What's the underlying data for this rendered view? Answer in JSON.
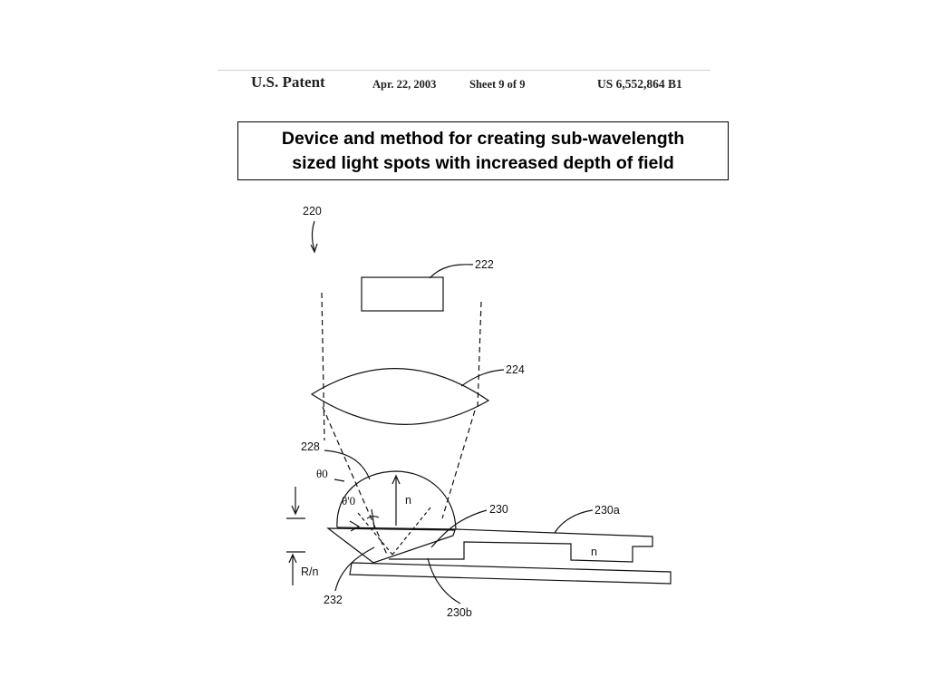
{
  "header": {
    "office": "U.S. Patent",
    "date": "Apr. 22, 2003",
    "sheet": "Sheet 9 of 9",
    "patent_number": "US 6,552,864 B1"
  },
  "title": {
    "line1": "Device and method for creating sub-wavelength",
    "line2": "sized light spots with increased depth of field"
  },
  "figure": {
    "labels": {
      "device": "220",
      "source": "222",
      "lens": "224",
      "hemisphere": "228",
      "medium": "230",
      "medium_top": "230a",
      "medium_bottom": "230b",
      "tip": "232",
      "index_inside": "n",
      "index_medium": "n",
      "theta_0": "θ0",
      "theta_0_prime": "θ'0",
      "radius": "R/n"
    }
  }
}
